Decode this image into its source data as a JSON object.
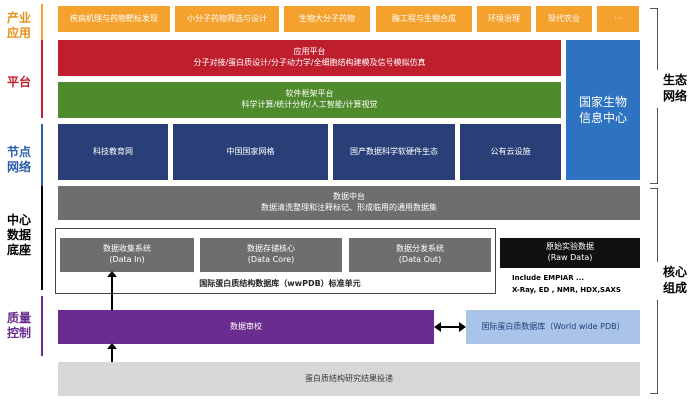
{
  "left_labels": {
    "industry": [
      "产业",
      "应用"
    ],
    "platform": "平台",
    "node": [
      "节点",
      "网络"
    ],
    "center": [
      "中心",
      "数据",
      "底座"
    ],
    "quality": [
      "质量",
      "控制"
    ]
  },
  "industry_apps": [
    "疾病机理与药物靶标发现",
    "小分子药物筛选与设计",
    "生物大分子药物",
    "酶工程与生物合成",
    "环境治理",
    "现代农业",
    "···"
  ],
  "app_platform": {
    "title": "应用平台",
    "subtitle": "分子对接/蛋白质设计/分子动力学/全细胞结构建模及信号模拟仿真"
  },
  "software_platform": {
    "title": "软件框架平台",
    "subtitle": "科学计算/统计分析/人工智能/计算视觉"
  },
  "national_center": [
    "国家生物",
    "信息中心"
  ],
  "nodes": [
    "科技教育网",
    "中国国家网格",
    "国产数据科学软硬件生态",
    "公有云设施"
  ],
  "data_middle": {
    "title": "数据中台",
    "subtitle": "数据清洗整理和注释标记、形成临用的通用数据集"
  },
  "core_systems": [
    {
      "title": "数据收集系统",
      "sub": "(Data In)"
    },
    {
      "title": "数据存储核心",
      "sub": "(Data Core)"
    },
    {
      "title": "数据分发系统",
      "sub": "(Data Out)"
    }
  ],
  "raw_data": {
    "title": "原始实验数据",
    "sub": "(Raw Data)"
  },
  "wwpdb_unit": "国际蛋白质结构数据库（wwPDB）标准单元",
  "include_text": "Include EMPIAR ...",
  "methods_text": "X-Ray, ED , NMR, HDX,SAXS",
  "audit": "数据审校",
  "wwpdb_db": "国际蛋白质数据库（World wide PDB）",
  "submission": "蛋白质结构研究结果投递",
  "right_labels": {
    "eco": [
      "生态",
      "网络"
    ],
    "core": [
      "核心",
      "组成"
    ]
  },
  "colors": {
    "orange": "#f4a12e",
    "red": "#bf1e2d",
    "green": "#4f8b2c",
    "navy": "#2a3f78",
    "gray": "#6e6e70",
    "purple": "#6a2d8f",
    "blue": "#2e73c2"
  }
}
